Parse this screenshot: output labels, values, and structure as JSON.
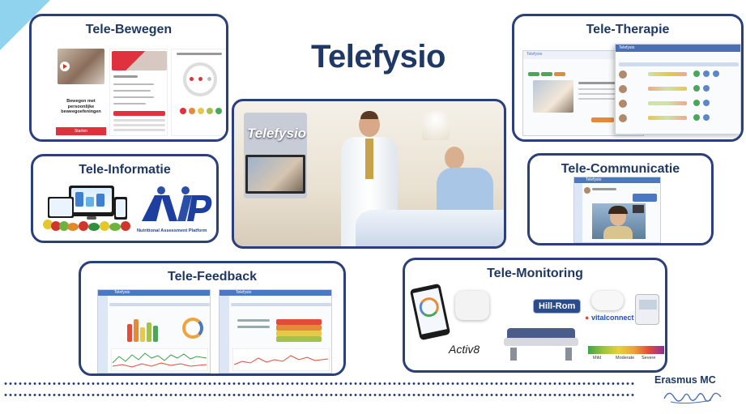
{
  "title": "Telefysio",
  "cards": {
    "bewegen": {
      "title": "Tele-Bewegen",
      "phone_caption": "Bewegen met persoonlijke beweegoefeningen",
      "phone_button": "Starten"
    },
    "informatie": {
      "title": "Tele-Informatie",
      "nap_logo_text": "NAP",
      "nap_caption": "Nutritional Assessment Platform"
    },
    "feedback": {
      "title": "Tele-Feedback",
      "app_name": "Telefysio"
    },
    "therapie": {
      "title": "Tele-Therapie",
      "app_name": "Telefysio"
    },
    "communicatie": {
      "title": "Tele-Communicatie",
      "app_name": "Telefysio"
    },
    "monitoring": {
      "title": "Tele-Monitoring",
      "brand_hillrom": "Hill-Rom",
      "brand_activ8": "Activ8",
      "brand_vitalconnect": "vitalconnect",
      "scale_labels": [
        "Mild",
        "Moderate",
        "Severe"
      ]
    }
  },
  "center": {
    "screen_label": "Telefysio"
  },
  "footer": {
    "brand": "Erasmus MC",
    "signature": "Erafus"
  },
  "colors": {
    "navy": "#1f3864",
    "border": "#2b3f7a",
    "accent": "#8fd3ee",
    "app_blue": "#4a78c2"
  }
}
